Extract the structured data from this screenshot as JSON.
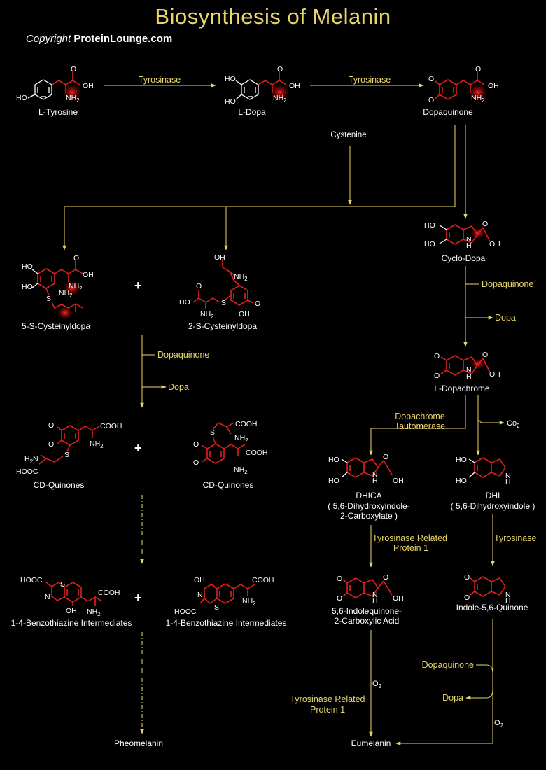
{
  "title": "Biosynthesis of Melanin",
  "copyright": {
    "prefix": "Copyright",
    "brand": "ProteinLounge.com"
  },
  "compounds": {
    "l_tyrosine": "L-Tyrosine",
    "l_dopa": "L-Dopa",
    "dopaquinone": "Dopaquinone",
    "cyclo_dopa": "Cyclo-Dopa",
    "s5_cysteinyldopa": "5-S-Cysteinyldopa",
    "s2_cysteinyldopa": "2-S-Cysteinyldopa",
    "l_dopachrome": "L-Dopachrome",
    "cd_quinones_1": "CD-Quinones",
    "cd_quinones_2": "CD-Quinones",
    "dhica": "DHICA",
    "dhica_full_1": "( 5,6-Dihydroxyindole-",
    "dhica_full_2": "2-Carboxylate )",
    "dhi": "DHI",
    "dhi_full": "( 5,6-Dihydroxyindole )",
    "benzo_1": "1-4-Benzothiazine Intermediates",
    "benzo_2": "1-4-Benzothiazine Intermediates",
    "indolequinone_1": "5,6-Indolequinone-",
    "indolequinone_2": "2-Carboxylic Acid",
    "indole_quinone": "Indole-5,6-Quinone",
    "pheomelanin": "Pheomelanin",
    "eumelanin": "Eumelanin"
  },
  "enzymes": {
    "tyrosinase_1": "Tyrosinase",
    "tyrosinase_2": "Tyrosinase",
    "cystenine": "Cystenine",
    "dopaquinone_a": "Dopaquinone",
    "dopa_a": "Dopa",
    "dopaquinone_b": "Dopaquinone",
    "dopa_b": "Dopa",
    "dopachrome_taut_1": "Dopachrome",
    "dopachrome_taut_2": "Tautomerase",
    "co2": "Co",
    "co2_sub": "2",
    "trp1_a_1": "Tyrosinase Related",
    "trp1_a_2": "Protein 1",
    "tyrosinase_3": "Tyrosinase",
    "dopaquinone_c": "Dopaquinone",
    "dopa_c": "Dopa",
    "o2_a": "O",
    "o2_a_sub": "2",
    "o2_b": "O",
    "o2_b_sub": "2",
    "trp1_b_1": "Tyrosinase Related",
    "trp1_b_2": "Protein 1"
  },
  "atoms": {
    "ho": "HO",
    "oh": "OH",
    "o": "O",
    "nh2": "NH",
    "two": "2",
    "nh": "N",
    "h": "H",
    "s": "S",
    "n": "N",
    "cooh": "COOH",
    "h2n": "H",
    "hooc": "HOOC",
    "plus": "+"
  },
  "colors": {
    "title": "#e8d66a",
    "arrow": "#e8d66a",
    "bond": "#ffffff",
    "highlight_bond": "#e0201e",
    "background": "#000000"
  }
}
